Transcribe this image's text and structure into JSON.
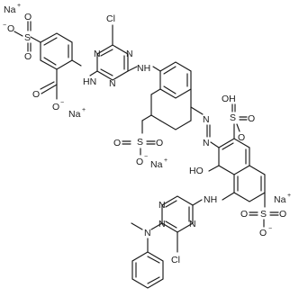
{
  "counter_ions": [
    {
      "symbol": "Na",
      "charge": "+"
    },
    {
      "symbol": "Na",
      "charge": "+"
    },
    {
      "symbol": "Na",
      "charge": "+"
    },
    {
      "symbol": "Na",
      "charge": "+"
    }
  ],
  "atom_labels": {
    "cl": "Cl",
    "n": "N",
    "nh": "NH",
    "h_n": "HN",
    "oh": "OH",
    "ho": "HO",
    "o": "O",
    "s": "S",
    "minus": "−"
  }
}
